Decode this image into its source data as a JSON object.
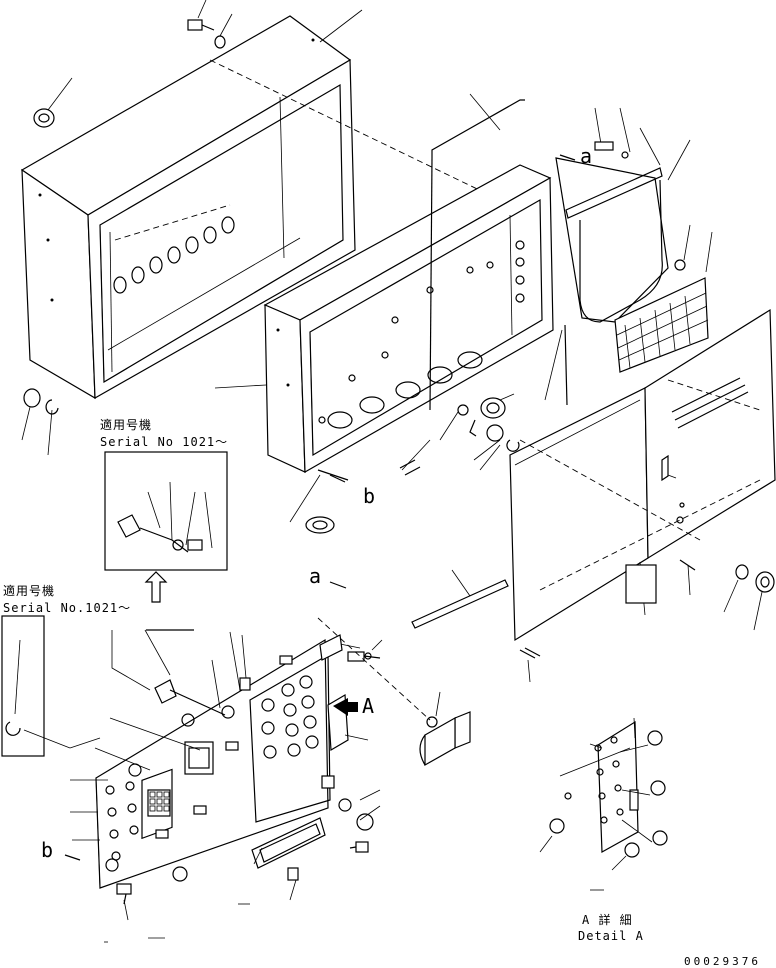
{
  "labels": {
    "serial_top_ja": "適用号機",
    "serial_top_en": "Serial No 1021～",
    "serial_left_ja": "適用号機",
    "serial_left_en": "Serial No.1021～",
    "ref_a_top": "a",
    "ref_a_mid": "a",
    "ref_b_mid": "b",
    "ref_b_left": "b",
    "detail_ref": "A",
    "detail_ja": "A 詳 細",
    "detail_en": "Detail A",
    "drawing_code": "00029376"
  }
}
